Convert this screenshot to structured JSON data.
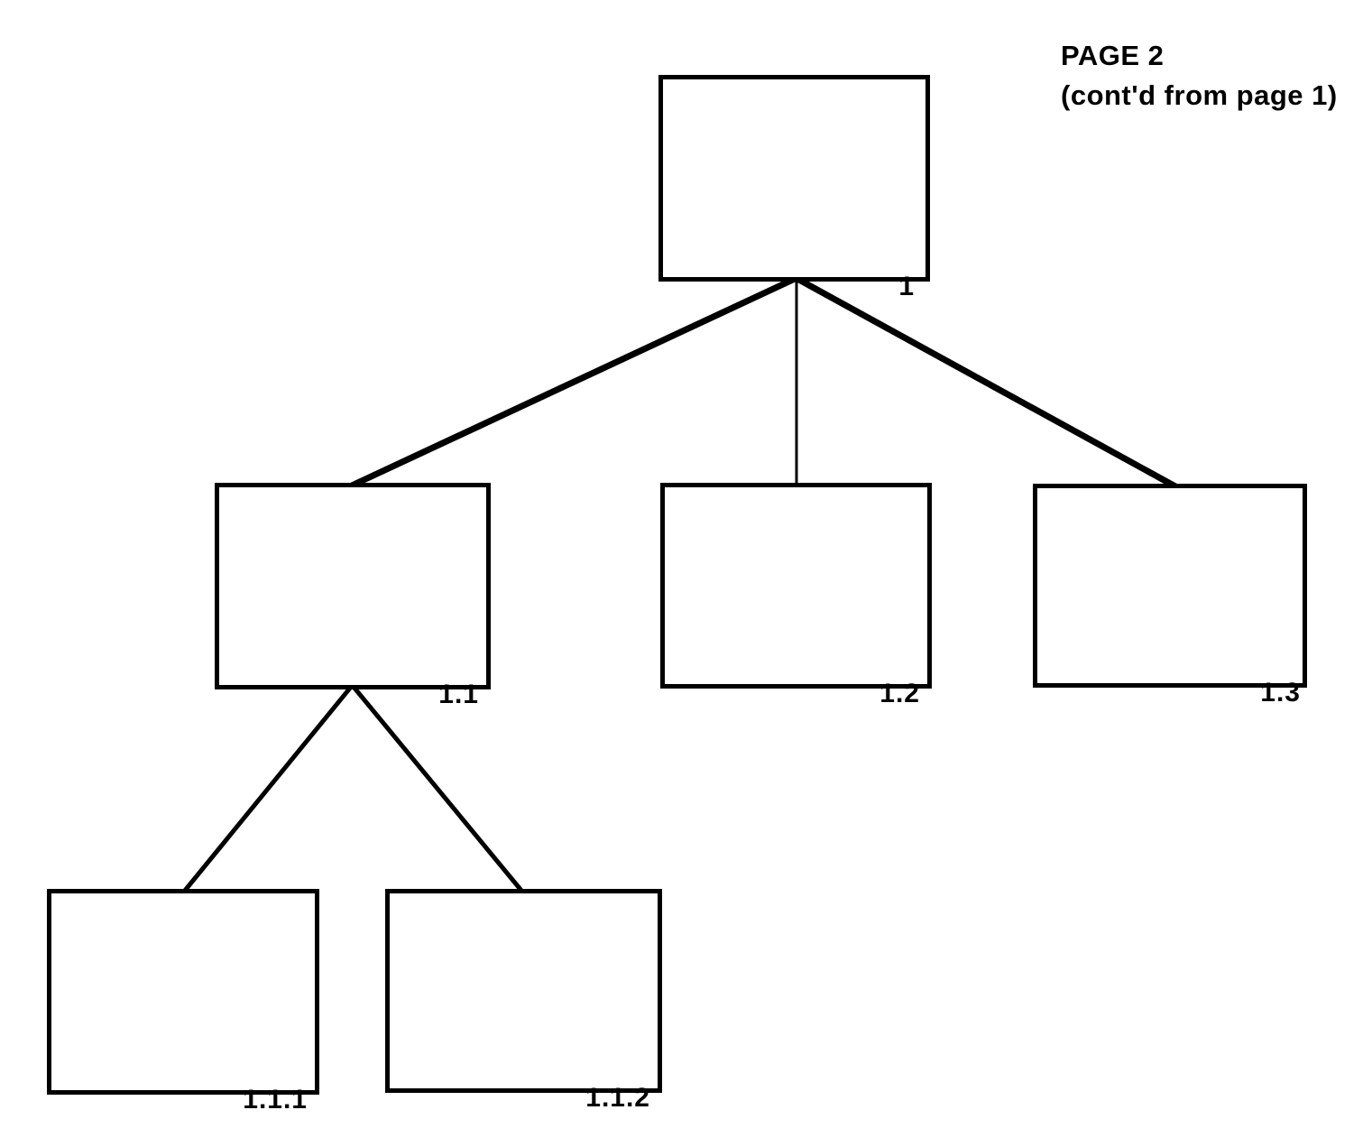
{
  "header": {
    "line1": "PAGE 2",
    "line2": "(cont'd from page 1)"
  },
  "diagram": {
    "type": "tree",
    "nodes": [
      {
        "id": "1",
        "label": "1",
        "parent": null,
        "content": ""
      },
      {
        "id": "1.1",
        "label": "1.1",
        "parent": "1",
        "content": ""
      },
      {
        "id": "1.2",
        "label": "1.2",
        "parent": "1",
        "content": ""
      },
      {
        "id": "1.3",
        "label": "1.3",
        "parent": "1",
        "content": ""
      },
      {
        "id": "1.1.1",
        "label": "1.1.1",
        "parent": "1.1",
        "content": ""
      },
      {
        "id": "1.1.2",
        "label": "1.1.2",
        "parent": "1.1",
        "content": ""
      }
    ],
    "edges": [
      [
        "1",
        "1.1"
      ],
      [
        "1",
        "1.2"
      ],
      [
        "1",
        "1.3"
      ],
      [
        "1.1",
        "1.1.1"
      ],
      [
        "1.1",
        "1.1.2"
      ]
    ],
    "colors": {
      "line": "#000000",
      "box_border": "#000000",
      "box_fill": "#ffffff",
      "background": "#ffffff"
    }
  }
}
